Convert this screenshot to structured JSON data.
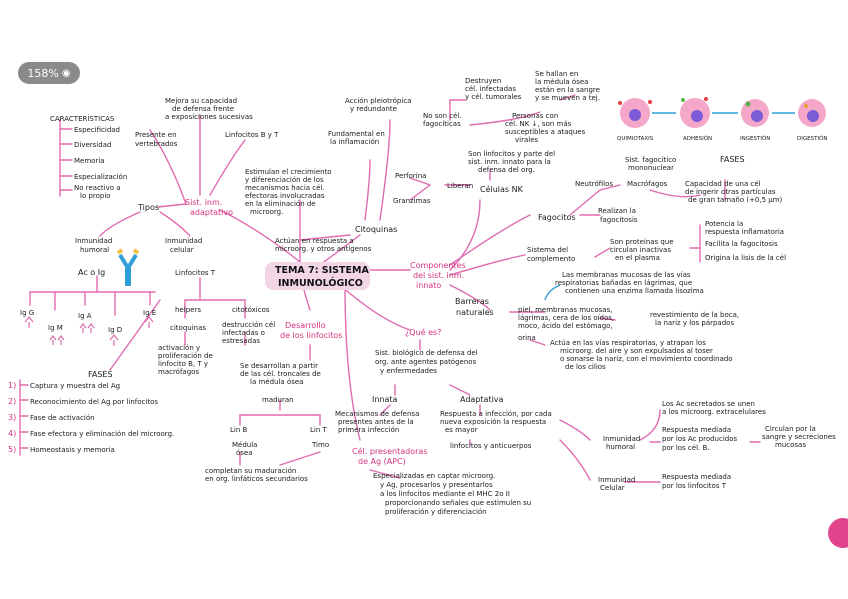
{
  "viewer": {
    "zoom": "158%"
  },
  "title": {
    "line1": "TEMA 7: SISTEMA",
    "line2": "INMUNOLÓGICO"
  },
  "nodes": {
    "sist_adapt_1": "Sist. inm.",
    "sist_adapt_2": "adaptativo",
    "caract": "CARACTERÍSTICAS",
    "especificidad": "Especificidad",
    "diversidad": "Diversidad",
    "memoria": "Memoria",
    "especializacion": "Especialización",
    "noreactivo1": "No reactivo a",
    "noreactivo2": "lo propio",
    "presente1": "Presente en",
    "presente2": "vertebrados",
    "mejora1": "Mejora su capacidad",
    "mejora2": "de defensa frente",
    "mejora3": "a exposiciones sucesivas",
    "linfocitos_by": "Linfocitos B y T",
    "tipos": "Tipos",
    "inm_humoral1": "Inmunidad",
    "inm_humoral2": "humoral",
    "inm_celular1": "Inmunidad",
    "inm_celular2": "celular",
    "acoig": "Ac o Ig",
    "ig1": "Ig G",
    "ig2": "Ig M",
    "ig3": "Ig A",
    "ig4": "Ig D",
    "ig5": "Ig E",
    "linf_t": "Linfocitos T",
    "helpers": "helpers",
    "citotoxicos": "citotóxicos",
    "citoquinas_h": "citoquinas",
    "activacion1": "activación y",
    "activacion2": "proliferación de",
    "activacion3": "linfocito B, T y",
    "activacion4": "macrófagos",
    "destruccion1": "destrucción cél",
    "destruccion2": "infectadas o",
    "destruccion3": "estresadas",
    "fases_l": "FASES",
    "fase1": "Captura y muestra del Ag",
    "fase2": "Reconocimiento del Ag por linfocitos",
    "fase3": "Fase de activación",
    "fase4": "Fase efectora y eliminación del microorg.",
    "fase5": "Homeostasis y memoria",
    "n1": "1)",
    "n2": "2)",
    "n3": "3)",
    "n4": "4)",
    "n5": "5)",
    "estimulan1": "Estimulan el crecimiento",
    "estimulan2": "y diferenciación de los",
    "estimulan3": "mecanismos hacia cél.",
    "estimulan4": "efectoras involucradas",
    "estimulan5": "en la eliminación de",
    "estimulan6": "microorg.",
    "fundamental1": "Fundamental en",
    "fundamental2": "la inflamación",
    "accion1": "Acción pleiotrópica",
    "accion2": "y redundante",
    "citoquinas": "Citoquinas",
    "actuan1": "Actúan en respuesta a",
    "actuan2": "microorg. y otros antígenos",
    "desarrollo1": "Desarrollo",
    "desarrollo2": "de los linfocitos",
    "desarrollan1": "Se desarrollan a partir",
    "desarrollan2": "de las cél. troncales de",
    "desarrollan3": "la médula ósea",
    "maduran": "maduran",
    "linb": "Lin B",
    "lint": "Lin T",
    "medula1": "Médula",
    "medula2": "ósea",
    "timo": "Timo",
    "completan1": "completan su maduración",
    "completan2": "en org. linfáticos secundarios",
    "componentes1": "Componentes",
    "componentes2": "del sist. inm.",
    "componentes3": "innato",
    "noson1": "No son cél.",
    "noson2": "fagocíticas",
    "destruyen1": "Destruyen",
    "destruyen2": "cél. infectadas",
    "destruyen3": "y cél. tumorales",
    "sehallan1": "Se hallan en",
    "sehallan2": "la médula ósea",
    "sehallan3": "están en la sangre",
    "sehallan4": "y se mueven a tej.",
    "personas1": "Personas con",
    "personas2": "cél. NK ↓, son más",
    "personas3": "susceptibles a ataques",
    "personas4": "virales",
    "sonlinf1": "Son linfocitos y parte del",
    "sonlinf2": "sist. inm. innato para la",
    "sonlinf3": "defensa del org.",
    "perforina": "Perforina",
    "granzimas": "Granzimas",
    "liberan": "Liberan",
    "celulasnk": "Células NK",
    "neutrofilos": "Neutrófilos",
    "macrofagos": "Macrófagos",
    "sist_fago1": "Sist. fagocítico",
    "sist_fago2": "mononuclear",
    "fagocitos": "Fagocitos",
    "realizan1": "Realizan la",
    "realizan2": "fagocitosis",
    "capacidad1": "Capacidad de una cél",
    "capacidad2": "de ingerir otras partículas",
    "capacidad3": "de gran tamaño (+0,5 µm)",
    "fases_r": "FASES",
    "quimiotaxis": "QUIMIOTAXIS",
    "adhesion": "ADHESIÓN",
    "ingestion": "INGESTIÓN",
    "digestion": "DIGESTIÓN",
    "sistcomp1": "Sistema del",
    "sistcomp2": "complemento",
    "proteinas1": "Son proteínas que",
    "proteinas2": "circulan inactivas",
    "proteinas3": "en el plasma",
    "potencia1": "Potencia la",
    "potencia2": "respuesta inflamatoria",
    "facilita": "Facilita la fagocitosis",
    "origina": "Origina la lisis de la cél",
    "barreras1": "Barreras",
    "barreras2": "naturales",
    "mucosas1": "Las membranas mucosas de las vías",
    "mucosas2": "respiratorias bañadas en lágrimas, que",
    "mucosas3": "contienen una enzima llamada lisozima",
    "piel1": "piel, membranas mucosas,",
    "piel2": "lágrimas, cera de los oídos,",
    "piel3": "moco, ácido del estómago,",
    "piel4": "orina",
    "revest1": "revestimiento de la boca,",
    "revest2": "la nariz y los párpados",
    "actua1": "Actúa en las vías respiratorias, y atrapan los",
    "actua2": "microorg. del aire y son expulsados al toser",
    "actua3": "o sonarse la nariz, con el movimiento coordinado",
    "actua4": "de los cilios",
    "quees": "¿Qué es?",
    "sistbio1": "Sist. biológico de defensa del",
    "sistbio2": "org. ante agentes patógenos",
    "sistbio3": "y enfermedades",
    "innata": "Innata",
    "adaptativa": "Adaptativa",
    "mecanismos1": "Mecanismos de defensa",
    "mecanismos2": "presentes antes de la",
    "mecanismos3": "primera infección",
    "respuesta1": "Respuesta a infección, por cada",
    "respuesta2": "nueva exposición la respuesta",
    "respuesta3": "es mayor",
    "linfocitos_ac": "linfocitos y anticuerpos",
    "apc1": "Cél. presentadoras",
    "apc2": "de Ag (APC)",
    "especial1": "Especializadas en captar microorg.",
    "especial2": "y Ag, procesarlos y presentarlos",
    "especial3": "a los linfocitos mediante el MHC 2o II",
    "especial4": "proporcionando señales que estimulen su",
    "especial5": "proliferación y diferenciación",
    "inmhum1": "Inmunidad",
    "inmhum2": "humoral",
    "losac1": "Los Ac secretados se unen",
    "losac2": "a los microorg. extracelulares",
    "respmed1": "Respuesta mediada",
    "respmed2": "por los Ac producidos",
    "respmed3": "por los cél. B.",
    "circulan1": "Circulan por la",
    "circulan2": "sangre y secreciones",
    "circulan3": "mucosas",
    "inmcel1": "Inmunidad",
    "inmcel2": "Celular",
    "respmedt1": "Respuesta mediada",
    "respmedt2": "por los linfocitos T"
  },
  "colors": {
    "link": "#e06bb0",
    "heading": "#d6337f",
    "accent_blue": "#2e9fd6",
    "highlight": "#f3d6e5"
  }
}
